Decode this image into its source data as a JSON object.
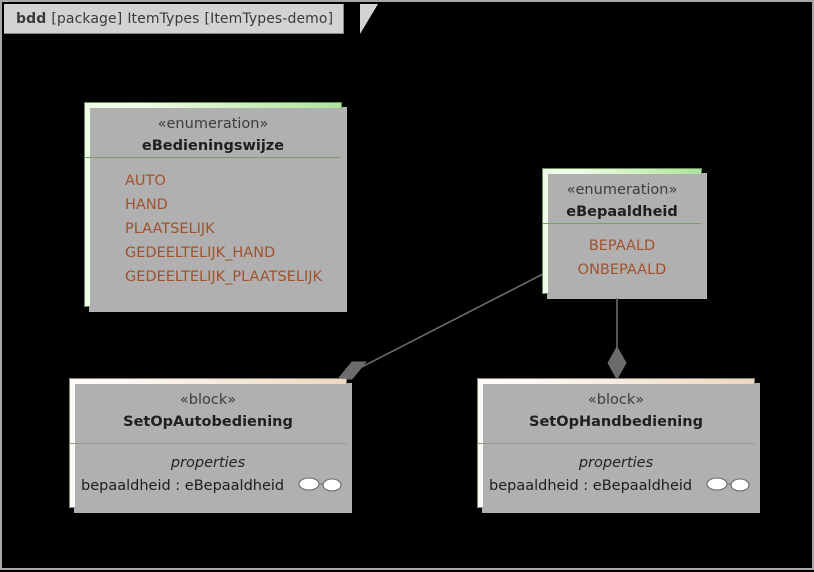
{
  "diagram": {
    "kind": "bdd",
    "scope": "[package]",
    "name": "ItemTypes",
    "tag": "[ItemTypes-demo]",
    "background": "#000000",
    "frame_color": "#a8a8a8",
    "header_background": "#d3d3d3"
  },
  "palette": {
    "enum_fill_light": "#eefbe6",
    "enum_fill_dark": "#ace39b",
    "enum_border": "#688c5a",
    "enum_literal_text": "#a0522d",
    "block_fill_light": "#fdfbf8",
    "block_fill_dark": "#ebd8c1",
    "block_border": "#8a8075",
    "link_color": "#6b6b6b",
    "shadow": "#b4b4b4"
  },
  "nodes": {
    "enum_bedieningswijze": {
      "stereotype": "«enumeration»",
      "name": "eBedieningswijze",
      "literals": [
        "AUTO",
        "HAND",
        "PLAATSELIJK",
        "GEDEELTELIJK_HAND",
        "GEDEELTELIJK_PLAATSELIJK"
      ]
    },
    "enum_bepaaldheid": {
      "stereotype": "«enumeration»",
      "name": "eBepaaldheid",
      "literals": [
        "BEPAALD",
        "ONBEPAALD"
      ]
    },
    "block_autobediening": {
      "stereotype": "«block»",
      "name": "SetOpAutobediening",
      "compartment": "properties",
      "properties": [
        "bepaaldheid : eBepaaldheid"
      ]
    },
    "block_handbediening": {
      "stereotype": "«block»",
      "name": "SetOpHandbediening",
      "compartment": "properties",
      "properties": [
        "bepaaldheid : eBepaaldheid"
      ]
    }
  },
  "links": [
    {
      "from": "enum_bepaaldheid",
      "to": "block_autobediening",
      "type": "composition",
      "end_marker": "filled-diamond"
    },
    {
      "from": "enum_bepaaldheid",
      "to": "block_handbediening",
      "type": "composition",
      "end_marker": "filled-diamond"
    }
  ],
  "icons": {
    "property_connector": "ball-and-socket-icon"
  }
}
